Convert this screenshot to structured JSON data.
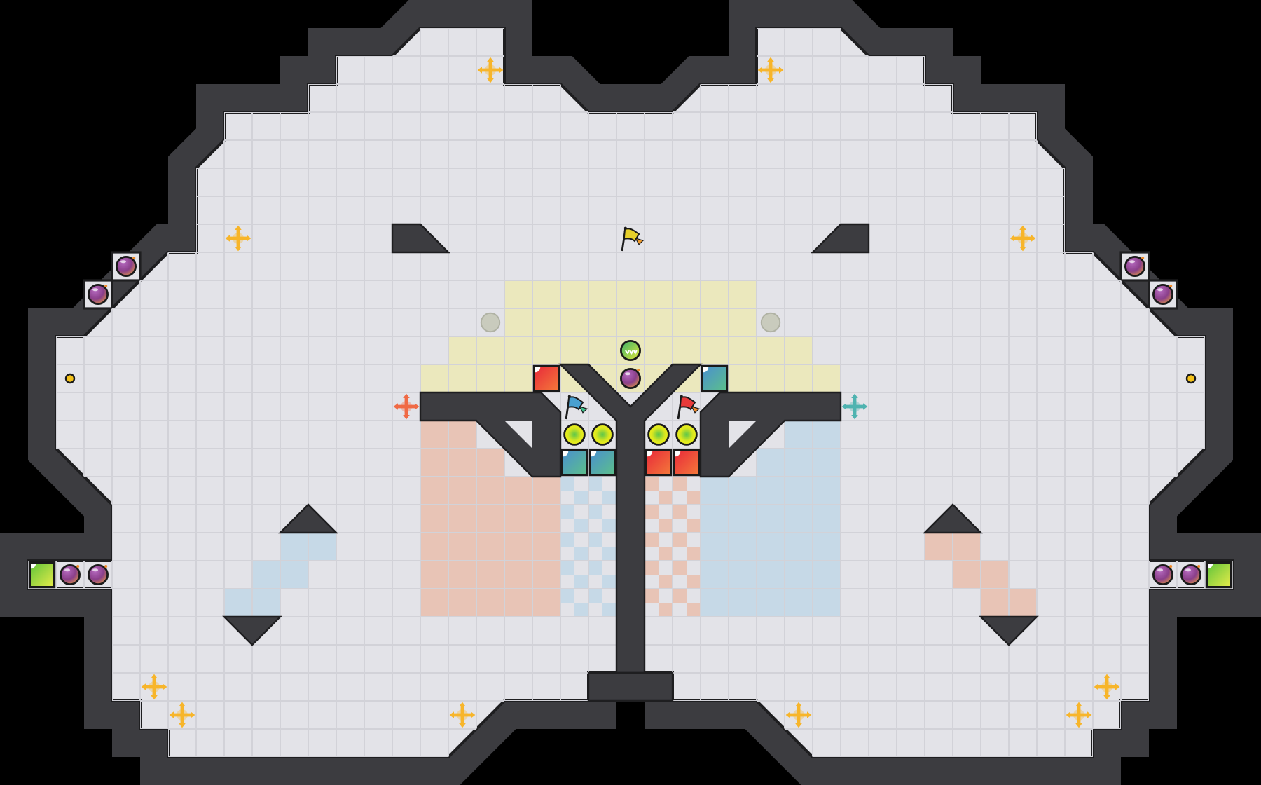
{
  "map": {
    "colors": {
      "background": "#000000",
      "wall": "#3c3c40",
      "wall_edge": "#1e1e20",
      "floor": "#e3e3e8",
      "grid_line": "#d2d2d8",
      "neutral_zone": "#ebe8bd",
      "red_zone": "#e8c4b6",
      "blue_zone": "#c6d9e7",
      "boost_yellow": "#f7b52a",
      "boost_red": "#f06a45",
      "boost_teal": "#4fb3b0",
      "bomb": "#8a3f8a",
      "gate_red": "#ee3a3a",
      "gate_blue": "#4a9fc9",
      "gate_green": "#8ed04a",
      "flag_yellow": "#e6cf2a",
      "flag_red": "#e83a3a",
      "flag_blue": "#4aa0d0",
      "powerup_ball": "#e6ea1e",
      "spike_gray": "#c9cbbd"
    },
    "icons": {
      "boost": "four-way-arrow-boost-icon",
      "bomb": "bomb-icon",
      "flag": "flag-icon",
      "gate": "gate-tile-icon",
      "powerup": "powerup-ball-icon",
      "portal": "portal-ball-icon",
      "marble": "gray-marble-icon",
      "dot": "yellow-dot-icon"
    },
    "counts": {
      "boosts": 12,
      "bombs": 9,
      "flags": 3,
      "powerups": 4
    }
  }
}
